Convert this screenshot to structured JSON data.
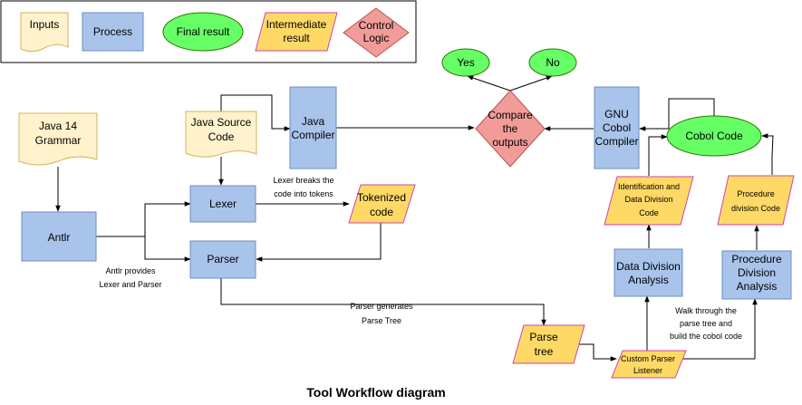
{
  "legend": {
    "inputs": "Inputs",
    "process": "Process",
    "final_result": "Final result",
    "intermediate_1": "Intermediate",
    "intermediate_2": "result",
    "control_1": "Control",
    "control_2": "Logic"
  },
  "nodes": {
    "grammar_1": "Java 14",
    "grammar_2": "Grammar",
    "antlr": "Antlr",
    "java_source_1": "Java Source",
    "java_source_2": "Code",
    "java_compiler_1": "Java",
    "java_compiler_2": "Compiler",
    "lexer": "Lexer",
    "parser": "Parser",
    "tokenized_1": "Tokenized",
    "tokenized_2": "code",
    "compare_1": "Compare",
    "compare_2": "the",
    "compare_3": "outputs",
    "yes": "Yes",
    "no": "No",
    "gnu_1": "GNU",
    "gnu_2": "Cobol",
    "gnu_3": "Compiler",
    "cobol_code": "Cobol Code",
    "ident_1": "Identification and",
    "ident_2": "Data Division",
    "ident_3": "Code",
    "proc_code_1": "Procedure",
    "proc_code_2": "division Code",
    "data_div_1": "Data Division",
    "data_div_2": "Analysis",
    "proc_div_1": "Procedure",
    "proc_div_2": "Division",
    "proc_div_3": "Analysis",
    "parse_tree_1": "Parse",
    "parse_tree_2": "tree",
    "listener_1": "Custom Parser",
    "listener_2": "Listener"
  },
  "annotations": {
    "lexer_note_1": "Lexer breaks the",
    "lexer_note_2": "code into tokens",
    "antlr_note_1": "Antlr provides",
    "antlr_note_2": "Lexer and Parser",
    "parser_note_1": "Parser generates",
    "parser_note_2": "Parse Tree",
    "walk_note_1": "Walk through the",
    "walk_note_2": "parse tree and",
    "walk_note_3": "build the cobol code"
  },
  "title": "Tool Workflow diagram",
  "colors": {
    "input_fill": "#fff2cc",
    "input_stroke": "#d6b656",
    "process_fill": "#a9c4eb",
    "process_stroke": "#6c8ebf",
    "final_fill": "#66ff66",
    "final_stroke": "#2d7600",
    "intermediate_fill": "#ffd966",
    "intermediate_stroke": "#cc44aa",
    "control_fill": "#f19c99",
    "control_stroke": "#b85450"
  }
}
